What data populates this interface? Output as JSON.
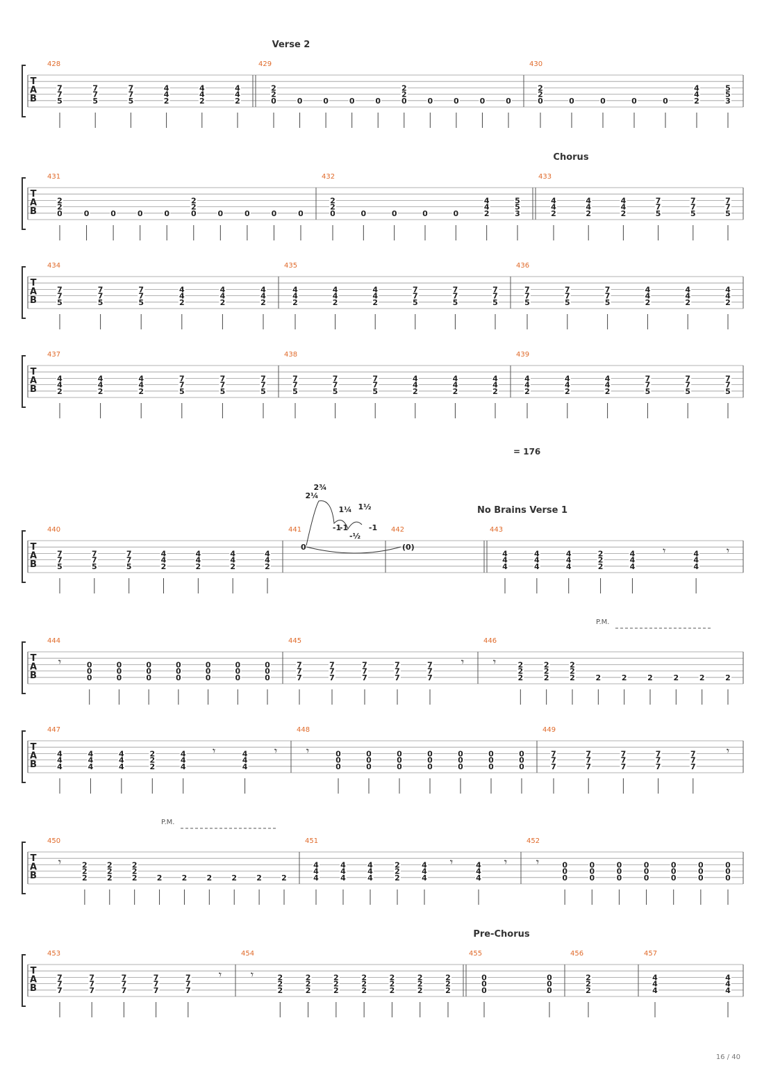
{
  "page_indicator": "16 / 40",
  "tab_letters": [
    "T",
    "A",
    "B"
  ],
  "colors": {
    "bar_number": "#e06a2a",
    "ink": "#222222",
    "line": "#999999"
  },
  "systems": [
    {
      "sections": [
        {
          "bar": "429",
          "text": "Verse 2"
        }
      ],
      "bars": [
        {
          "num": "428",
          "beats": [
            [
              "7",
              "7",
              "5"
            ],
            [
              "7",
              "7",
              "5"
            ],
            [
              "7",
              "7",
              "5"
            ],
            [
              "4",
              "4",
              "2"
            ],
            [
              "4",
              "4",
              "2"
            ],
            [
              "4",
              "4",
              "2"
            ]
          ]
        },
        {
          "num": "429",
          "double_start": true,
          "beats": [
            [
              "2",
              "2",
              "0"
            ],
            [
              "0"
            ],
            [
              "0"
            ],
            [
              "0"
            ],
            [
              "0"
            ],
            [
              "2",
              "2",
              "0"
            ],
            [
              "0"
            ],
            [
              "0"
            ],
            [
              "0"
            ],
            [
              "0"
            ]
          ]
        },
        {
          "num": "430",
          "beats": [
            [
              "2",
              "2",
              "0"
            ],
            [
              "0"
            ],
            [
              "0"
            ],
            [
              "0"
            ],
            [
              "0"
            ],
            [
              "4",
              "4",
              "2"
            ],
            [
              "5",
              "5",
              "3"
            ]
          ]
        }
      ]
    },
    {
      "sections": [
        {
          "bar": "433",
          "text": "Chorus"
        }
      ],
      "bars": [
        {
          "num": "431",
          "beats": [
            [
              "2",
              "2",
              "0"
            ],
            [
              "0"
            ],
            [
              "0"
            ],
            [
              "0"
            ],
            [
              "0"
            ],
            [
              "2",
              "2",
              "0"
            ],
            [
              "0"
            ],
            [
              "0"
            ],
            [
              "0"
            ],
            [
              "0"
            ]
          ]
        },
        {
          "num": "432",
          "beats": [
            [
              "2",
              "2",
              "0"
            ],
            [
              "0"
            ],
            [
              "0"
            ],
            [
              "0"
            ],
            [
              "0"
            ],
            [
              "4",
              "4",
              "2"
            ],
            [
              "5",
              "5",
              "3"
            ]
          ]
        },
        {
          "num": "433",
          "double_start": true,
          "beats": [
            [
              "4",
              "4",
              "2"
            ],
            [
              "4",
              "4",
              "2"
            ],
            [
              "4",
              "4",
              "2"
            ],
            [
              "7",
              "7",
              "5"
            ],
            [
              "7",
              "7",
              "5"
            ],
            [
              "7",
              "7",
              "5"
            ]
          ]
        }
      ]
    },
    {
      "sections": [],
      "bars": [
        {
          "num": "434",
          "beats": [
            [
              "7",
              "7",
              "5"
            ],
            [
              "7",
              "7",
              "5"
            ],
            [
              "7",
              "7",
              "5"
            ],
            [
              "4",
              "4",
              "2"
            ],
            [
              "4",
              "4",
              "2"
            ],
            [
              "4",
              "4",
              "2"
            ]
          ]
        },
        {
          "num": "435",
          "beats": [
            [
              "4",
              "4",
              "2"
            ],
            [
              "4",
              "4",
              "2"
            ],
            [
              "4",
              "4",
              "2"
            ],
            [
              "7",
              "7",
              "5"
            ],
            [
              "7",
              "7",
              "5"
            ],
            [
              "7",
              "7",
              "5"
            ]
          ]
        },
        {
          "num": "436",
          "beats": [
            [
              "7",
              "7",
              "5"
            ],
            [
              "7",
              "7",
              "5"
            ],
            [
              "7",
              "7",
              "5"
            ],
            [
              "4",
              "4",
              "2"
            ],
            [
              "4",
              "4",
              "2"
            ],
            [
              "4",
              "4",
              "2"
            ]
          ]
        }
      ]
    },
    {
      "sections": [],
      "bars": [
        {
          "num": "437",
          "beats": [
            [
              "4",
              "4",
              "2"
            ],
            [
              "4",
              "4",
              "2"
            ],
            [
              "4",
              "4",
              "2"
            ],
            [
              "7",
              "7",
              "5"
            ],
            [
              "7",
              "7",
              "5"
            ],
            [
              "7",
              "7",
              "5"
            ]
          ]
        },
        {
          "num": "438",
          "beats": [
            [
              "7",
              "7",
              "5"
            ],
            [
              "7",
              "7",
              "5"
            ],
            [
              "7",
              "7",
              "5"
            ],
            [
              "4",
              "4",
              "2"
            ],
            [
              "4",
              "4",
              "2"
            ],
            [
              "4",
              "4",
              "2"
            ]
          ]
        },
        {
          "num": "439",
          "beats": [
            [
              "4",
              "4",
              "2"
            ],
            [
              "4",
              "4",
              "2"
            ],
            [
              "4",
              "4",
              "2"
            ],
            [
              "7",
              "7",
              "5"
            ],
            [
              "7",
              "7",
              "5"
            ],
            [
              "7",
              "7",
              "5"
            ]
          ]
        }
      ]
    },
    {
      "tempo": {
        "bar": "443",
        "text": "= 176"
      },
      "sections": [
        {
          "bar": "443",
          "text": "No Brains Verse 1"
        }
      ],
      "whammy": {
        "fret": "0",
        "return": "(0)",
        "labels": [
          "2¼",
          "2¾",
          "1¼",
          "1½",
          "-1",
          "-1",
          "-½",
          "-1"
        ]
      },
      "bars": [
        {
          "num": "440",
          "beats": [
            [
              "7",
              "7",
              "5"
            ],
            [
              "7",
              "7",
              "5"
            ],
            [
              "7",
              "7",
              "5"
            ],
            [
              "4",
              "4",
              "2"
            ],
            [
              "4",
              "4",
              "2"
            ],
            [
              "4",
              "4",
              "2"
            ],
            [
              "4",
              "4",
              "2"
            ]
          ]
        },
        {
          "num": "441",
          "beats": []
        },
        {
          "num": "442",
          "beats": []
        },
        {
          "num": "443",
          "double_start": true,
          "beats": [
            [
              "4",
              "4",
              "4"
            ],
            [
              "4",
              "4",
              "4"
            ],
            [
              "4",
              "4",
              "4"
            ],
            [
              "2",
              "2",
              "2"
            ],
            [
              "4",
              "4",
              "4"
            ],
            [
              "rest"
            ],
            [
              "4",
              "4",
              "4"
            ],
            [
              "rest"
            ]
          ]
        }
      ]
    },
    {
      "pm": {
        "bar": "446",
        "text": "P.M."
      },
      "sections": [],
      "bars": [
        {
          "num": "444",
          "beats": [
            [
              "rest"
            ],
            [
              "0",
              "0",
              "0"
            ],
            [
              "0",
              "0",
              "0"
            ],
            [
              "0",
              "0",
              "0"
            ],
            [
              "0",
              "0",
              "0"
            ],
            [
              "0",
              "0",
              "0"
            ],
            [
              "0",
              "0",
              "0"
            ],
            [
              "0",
              "0",
              "0"
            ]
          ]
        },
        {
          "num": "445",
          "beats": [
            [
              "7",
              "7",
              "7"
            ],
            [
              "7",
              "7",
              "7"
            ],
            [
              "7",
              "7",
              "7"
            ],
            [
              "7",
              "7",
              "7"
            ],
            [
              "7",
              "7",
              "7"
            ],
            [
              "rest"
            ]
          ]
        },
        {
          "num": "446",
          "beats": [
            [
              "rest"
            ],
            [
              "2",
              "2",
              "2"
            ],
            [
              "2",
              "2",
              "2"
            ],
            [
              "2",
              "2",
              "2"
            ],
            [
              "2"
            ],
            [
              "2"
            ],
            [
              "2"
            ],
            [
              "2"
            ],
            [
              "2"
            ],
            [
              "2"
            ]
          ]
        }
      ]
    },
    {
      "sections": [],
      "bars": [
        {
          "num": "447",
          "beats": [
            [
              "4",
              "4",
              "4"
            ],
            [
              "4",
              "4",
              "4"
            ],
            [
              "4",
              "4",
              "4"
            ],
            [
              "2",
              "2",
              "2"
            ],
            [
              "4",
              "4",
              "4"
            ],
            [
              "rest"
            ],
            [
              "4",
              "4",
              "4"
            ],
            [
              "rest"
            ]
          ]
        },
        {
          "num": "448",
          "beats": [
            [
              "rest"
            ],
            [
              "0",
              "0",
              "0"
            ],
            [
              "0",
              "0",
              "0"
            ],
            [
              "0",
              "0",
              "0"
            ],
            [
              "0",
              "0",
              "0"
            ],
            [
              "0",
              "0",
              "0"
            ],
            [
              "0",
              "0",
              "0"
            ],
            [
              "0",
              "0",
              "0"
            ]
          ]
        },
        {
          "num": "449",
          "beats": [
            [
              "7",
              "7",
              "7"
            ],
            [
              "7",
              "7",
              "7"
            ],
            [
              "7",
              "7",
              "7"
            ],
            [
              "7",
              "7",
              "7"
            ],
            [
              "7",
              "7",
              "7"
            ],
            [
              "rest"
            ]
          ]
        }
      ]
    },
    {
      "pm": {
        "bar": "450",
        "text": "P.M."
      },
      "sections": [],
      "bars": [
        {
          "num": "450",
          "beats": [
            [
              "rest"
            ],
            [
              "2",
              "2",
              "2"
            ],
            [
              "2",
              "2",
              "2"
            ],
            [
              "2",
              "2",
              "2"
            ],
            [
              "2"
            ],
            [
              "2"
            ],
            [
              "2"
            ],
            [
              "2"
            ],
            [
              "2"
            ],
            [
              "2"
            ]
          ]
        },
        {
          "num": "451",
          "beats": [
            [
              "4",
              "4",
              "4"
            ],
            [
              "4",
              "4",
              "4"
            ],
            [
              "4",
              "4",
              "4"
            ],
            [
              "2",
              "2",
              "2"
            ],
            [
              "4",
              "4",
              "4"
            ],
            [
              "rest"
            ],
            [
              "4",
              "4",
              "4"
            ],
            [
              "rest"
            ]
          ]
        },
        {
          "num": "452",
          "beats": [
            [
              "rest"
            ],
            [
              "0",
              "0",
              "0"
            ],
            [
              "0",
              "0",
              "0"
            ],
            [
              "0",
              "0",
              "0"
            ],
            [
              "0",
              "0",
              "0"
            ],
            [
              "0",
              "0",
              "0"
            ],
            [
              "0",
              "0",
              "0"
            ],
            [
              "0",
              "0",
              "0"
            ]
          ]
        }
      ]
    },
    {
      "sections": [
        {
          "bar": "455",
          "text": "Pre-Chorus"
        }
      ],
      "bars": [
        {
          "num": "453",
          "beats": [
            [
              "7",
              "7",
              "7"
            ],
            [
              "7",
              "7",
              "7"
            ],
            [
              "7",
              "7",
              "7"
            ],
            [
              "7",
              "7",
              "7"
            ],
            [
              "7",
              "7",
              "7"
            ],
            [
              "rest"
            ]
          ]
        },
        {
          "num": "454",
          "beats": [
            [
              "rest"
            ],
            [
              "2",
              "2",
              "2"
            ],
            [
              "2",
              "2",
              "2"
            ],
            [
              "2",
              "2",
              "2"
            ],
            [
              "2",
              "2",
              "2"
            ],
            [
              "2",
              "2",
              "2"
            ],
            [
              "2",
              "2",
              "2"
            ],
            [
              "2",
              "2",
              "2"
            ]
          ]
        },
        {
          "num": "455",
          "double_start": true,
          "beats": [
            [
              "0",
              "0",
              "0"
            ],
            [
              "0",
              "0",
              "0"
            ]
          ]
        },
        {
          "num": "456",
          "beats": [
            [
              "2",
              "2",
              "2"
            ]
          ]
        },
        {
          "num": "457",
          "beats": [
            [
              "4",
              "4",
              "4"
            ],
            [
              "4",
              "4",
              "4"
            ]
          ]
        }
      ]
    }
  ]
}
